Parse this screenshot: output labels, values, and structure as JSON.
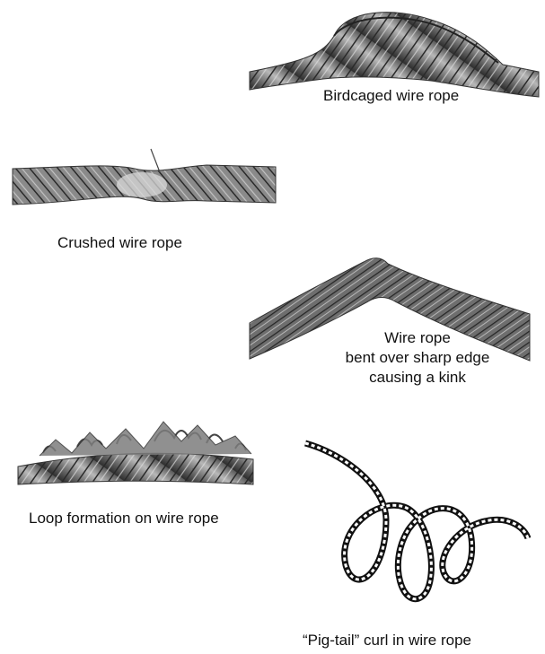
{
  "captions": {
    "birdcaged": "Birdcaged wire rope",
    "crushed": "Crushed wire rope",
    "kink_line1": "Wire rope",
    "kink_line2": "bent over sharp edge",
    "kink_line3": "causing a kink",
    "loop": "Loop formation on wire rope",
    "pigtail": "“Pig-tail” curl in wire rope"
  },
  "colors": {
    "rope_dark": "#3a3a3a",
    "rope_mid": "#7a7a7a",
    "rope_light": "#c8c8c8",
    "text": "#111111"
  }
}
